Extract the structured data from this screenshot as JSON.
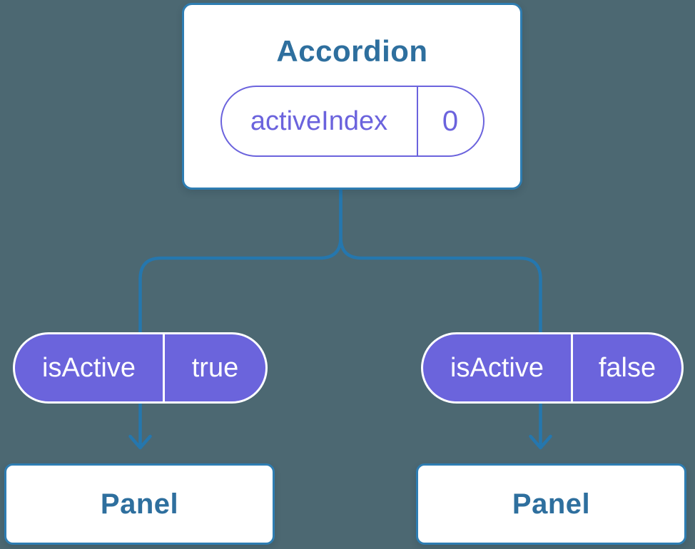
{
  "colors": {
    "background": "#4C6872",
    "line": "#2577AE",
    "box_border": "#2E7DB2",
    "box_text": "#2E6F9E",
    "pill_fill": "#6B64DC",
    "pill_accent": "#6B63DD",
    "pill_text_on_fill": "#FFFFFF",
    "box_fill": "#FFFFFF"
  },
  "root": {
    "title": "Accordion",
    "prop": {
      "name": "activeIndex",
      "value": "0"
    }
  },
  "children": [
    {
      "state": {
        "name": "isActive",
        "value": "true"
      },
      "node": "Panel"
    },
    {
      "state": {
        "name": "isActive",
        "value": "false"
      },
      "node": "Panel"
    }
  ]
}
